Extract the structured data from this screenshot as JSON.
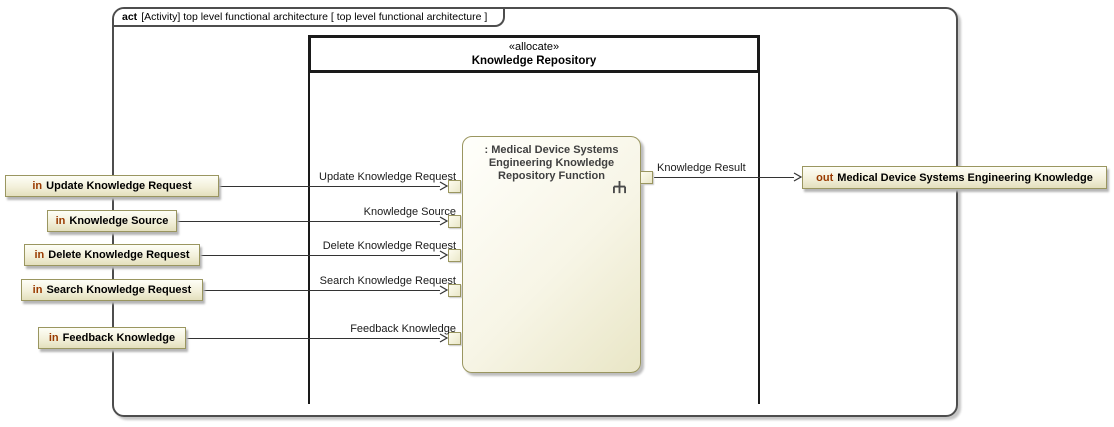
{
  "diagram_tab": {
    "keyword": "act",
    "title": "[Activity] top level functional architecture [ top level functional architecture ]"
  },
  "partition": {
    "stereotype": "«allocate»",
    "name": "Knowledge Repository"
  },
  "action": {
    "name": ": Medical Device Systems Engineering Knowledge Repository Function",
    "decomposition_icon": "rake-icon"
  },
  "input_parameters": [
    {
      "keyword": "in",
      "name": "Update Knowledge Request"
    },
    {
      "keyword": "in",
      "name": "Knowledge Source"
    },
    {
      "keyword": "in",
      "name": "Delete Knowledge Request"
    },
    {
      "keyword": "in",
      "name": "Search Knowledge Request"
    },
    {
      "keyword": "in",
      "name": "Feedback Knowledge"
    }
  ],
  "output_parameter": {
    "keyword": "out",
    "name": "Medical Device Systems Engineering Knowledge"
  },
  "object_flows": [
    {
      "label": "Update Knowledge Request"
    },
    {
      "label": "Knowledge Source"
    },
    {
      "label": "Delete Knowledge Request"
    },
    {
      "label": "Search Knowledge Request"
    },
    {
      "label": "Feedback Knowledge"
    },
    {
      "label": "Knowledge Result"
    }
  ],
  "colors": {
    "node_fill_top": "#fefef6",
    "node_fill_bottom": "#e3dfbd",
    "node_border": "#9a9660",
    "keyword_text": "#993a00",
    "frame_border": "#4d4d4d",
    "partition_border": "#1a1a1a",
    "flow_line": "#333333",
    "action_text": "#404040"
  }
}
